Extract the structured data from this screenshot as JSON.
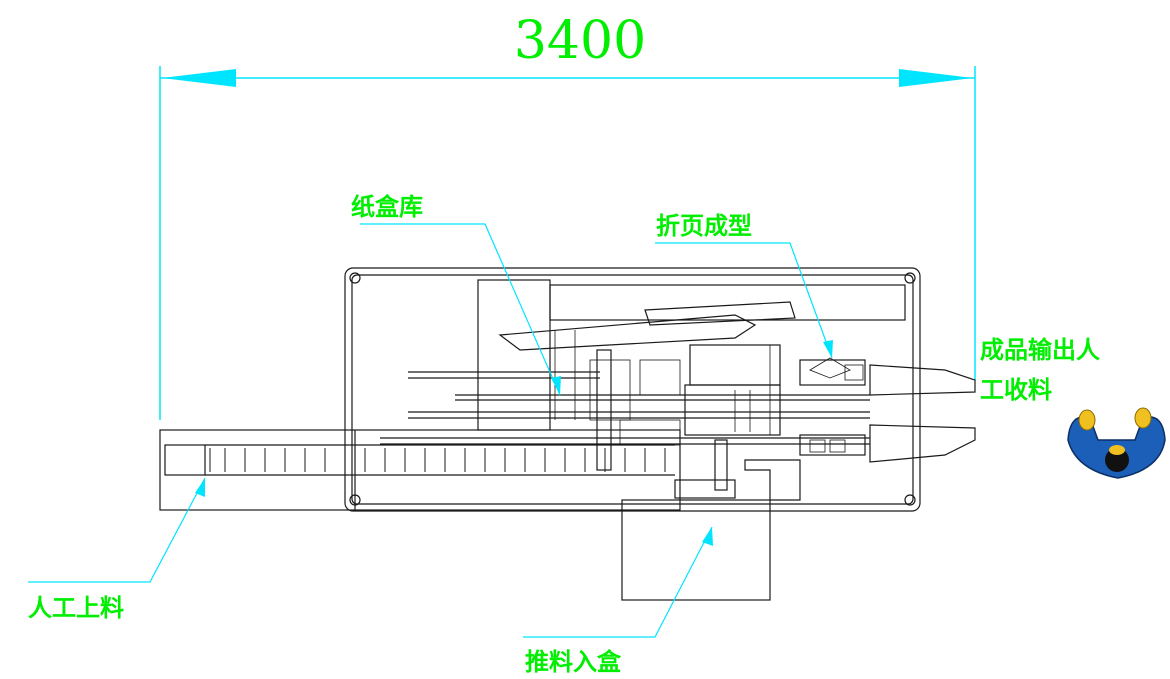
{
  "colors": {
    "label": "#00ee00",
    "leader": "#00e5ff",
    "machine": "#1a1a1a",
    "person": "#1c5fb8",
    "hands": "#f0c020"
  },
  "dimension": {
    "text": "3400"
  },
  "labels": {
    "carton_magazine": "纸盒库",
    "flap_folding": "折页成型",
    "output_line1": "成品输出人",
    "output_line2": "工收料",
    "manual_loading": "人工上料",
    "push_into_box": "推料入盒"
  }
}
